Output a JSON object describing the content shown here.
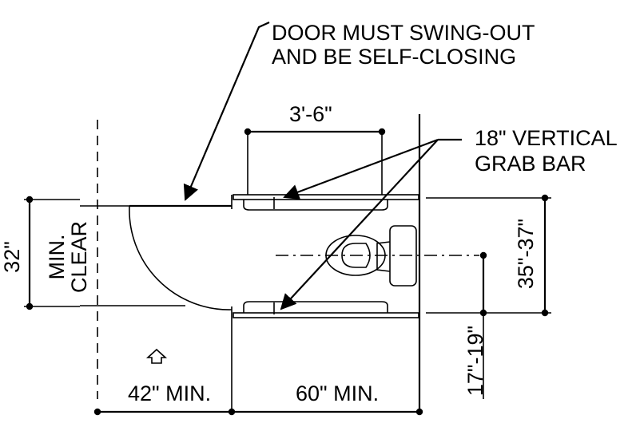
{
  "notes": {
    "door_line1": "DOOR MUST SWING-OUT",
    "door_line2": "AND BE SELF-CLOSING",
    "grab_line1": "18\" VERTICAL",
    "grab_line2": "GRAB BAR"
  },
  "dimensions": {
    "grab_bar_spacing": "3'-6\"",
    "door_width": "32\"",
    "clear_line1": "MIN.",
    "clear_line2": "CLEAR",
    "toilet_range": "35\"-37\"",
    "toilet_centerline": "17\"-19\"",
    "approach_depth": "42\" MIN.",
    "stall_depth": "60\" MIN."
  }
}
